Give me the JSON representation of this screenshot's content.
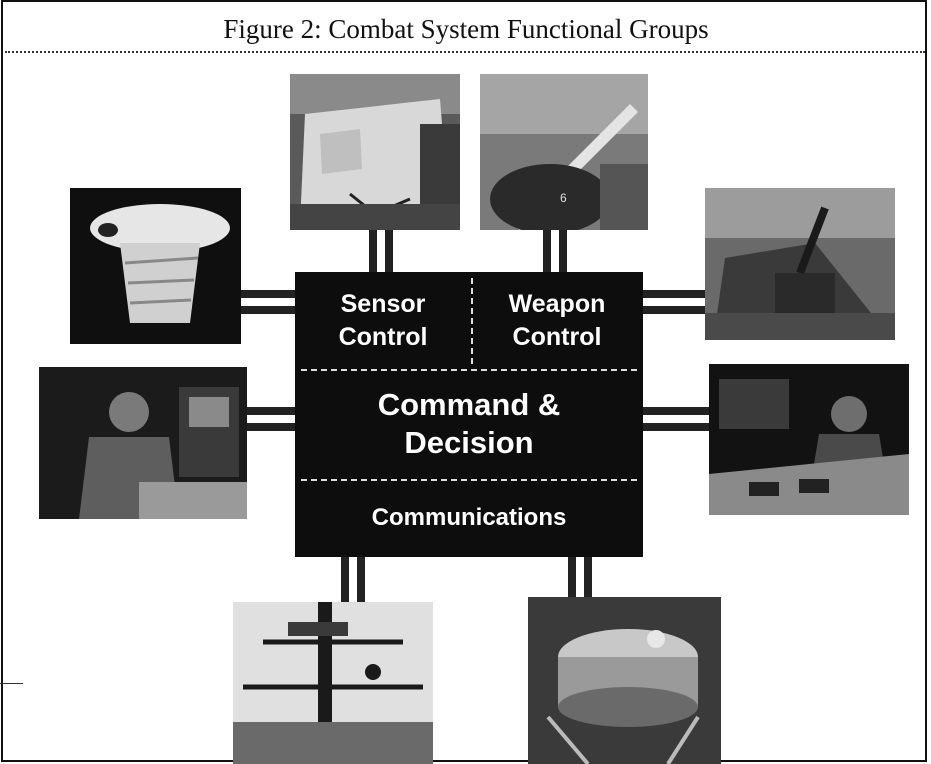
{
  "figure": {
    "title": "Figure 2: Combat System Functional Groups"
  },
  "hub": {
    "sensor_control": "Sensor\nControl",
    "weapon_control": "Weapon\nControl",
    "command_decision": "Command &\nDecision",
    "communications": "Communications"
  },
  "photos": [
    "sensor-radar-array-photo",
    "weapon-missile-launch-photo",
    "radar-antenna-photo",
    "gun-mount-photo",
    "operator-console-photo",
    "control-room-photo",
    "ship-mast-photo",
    "communications-equipment-photo"
  ]
}
